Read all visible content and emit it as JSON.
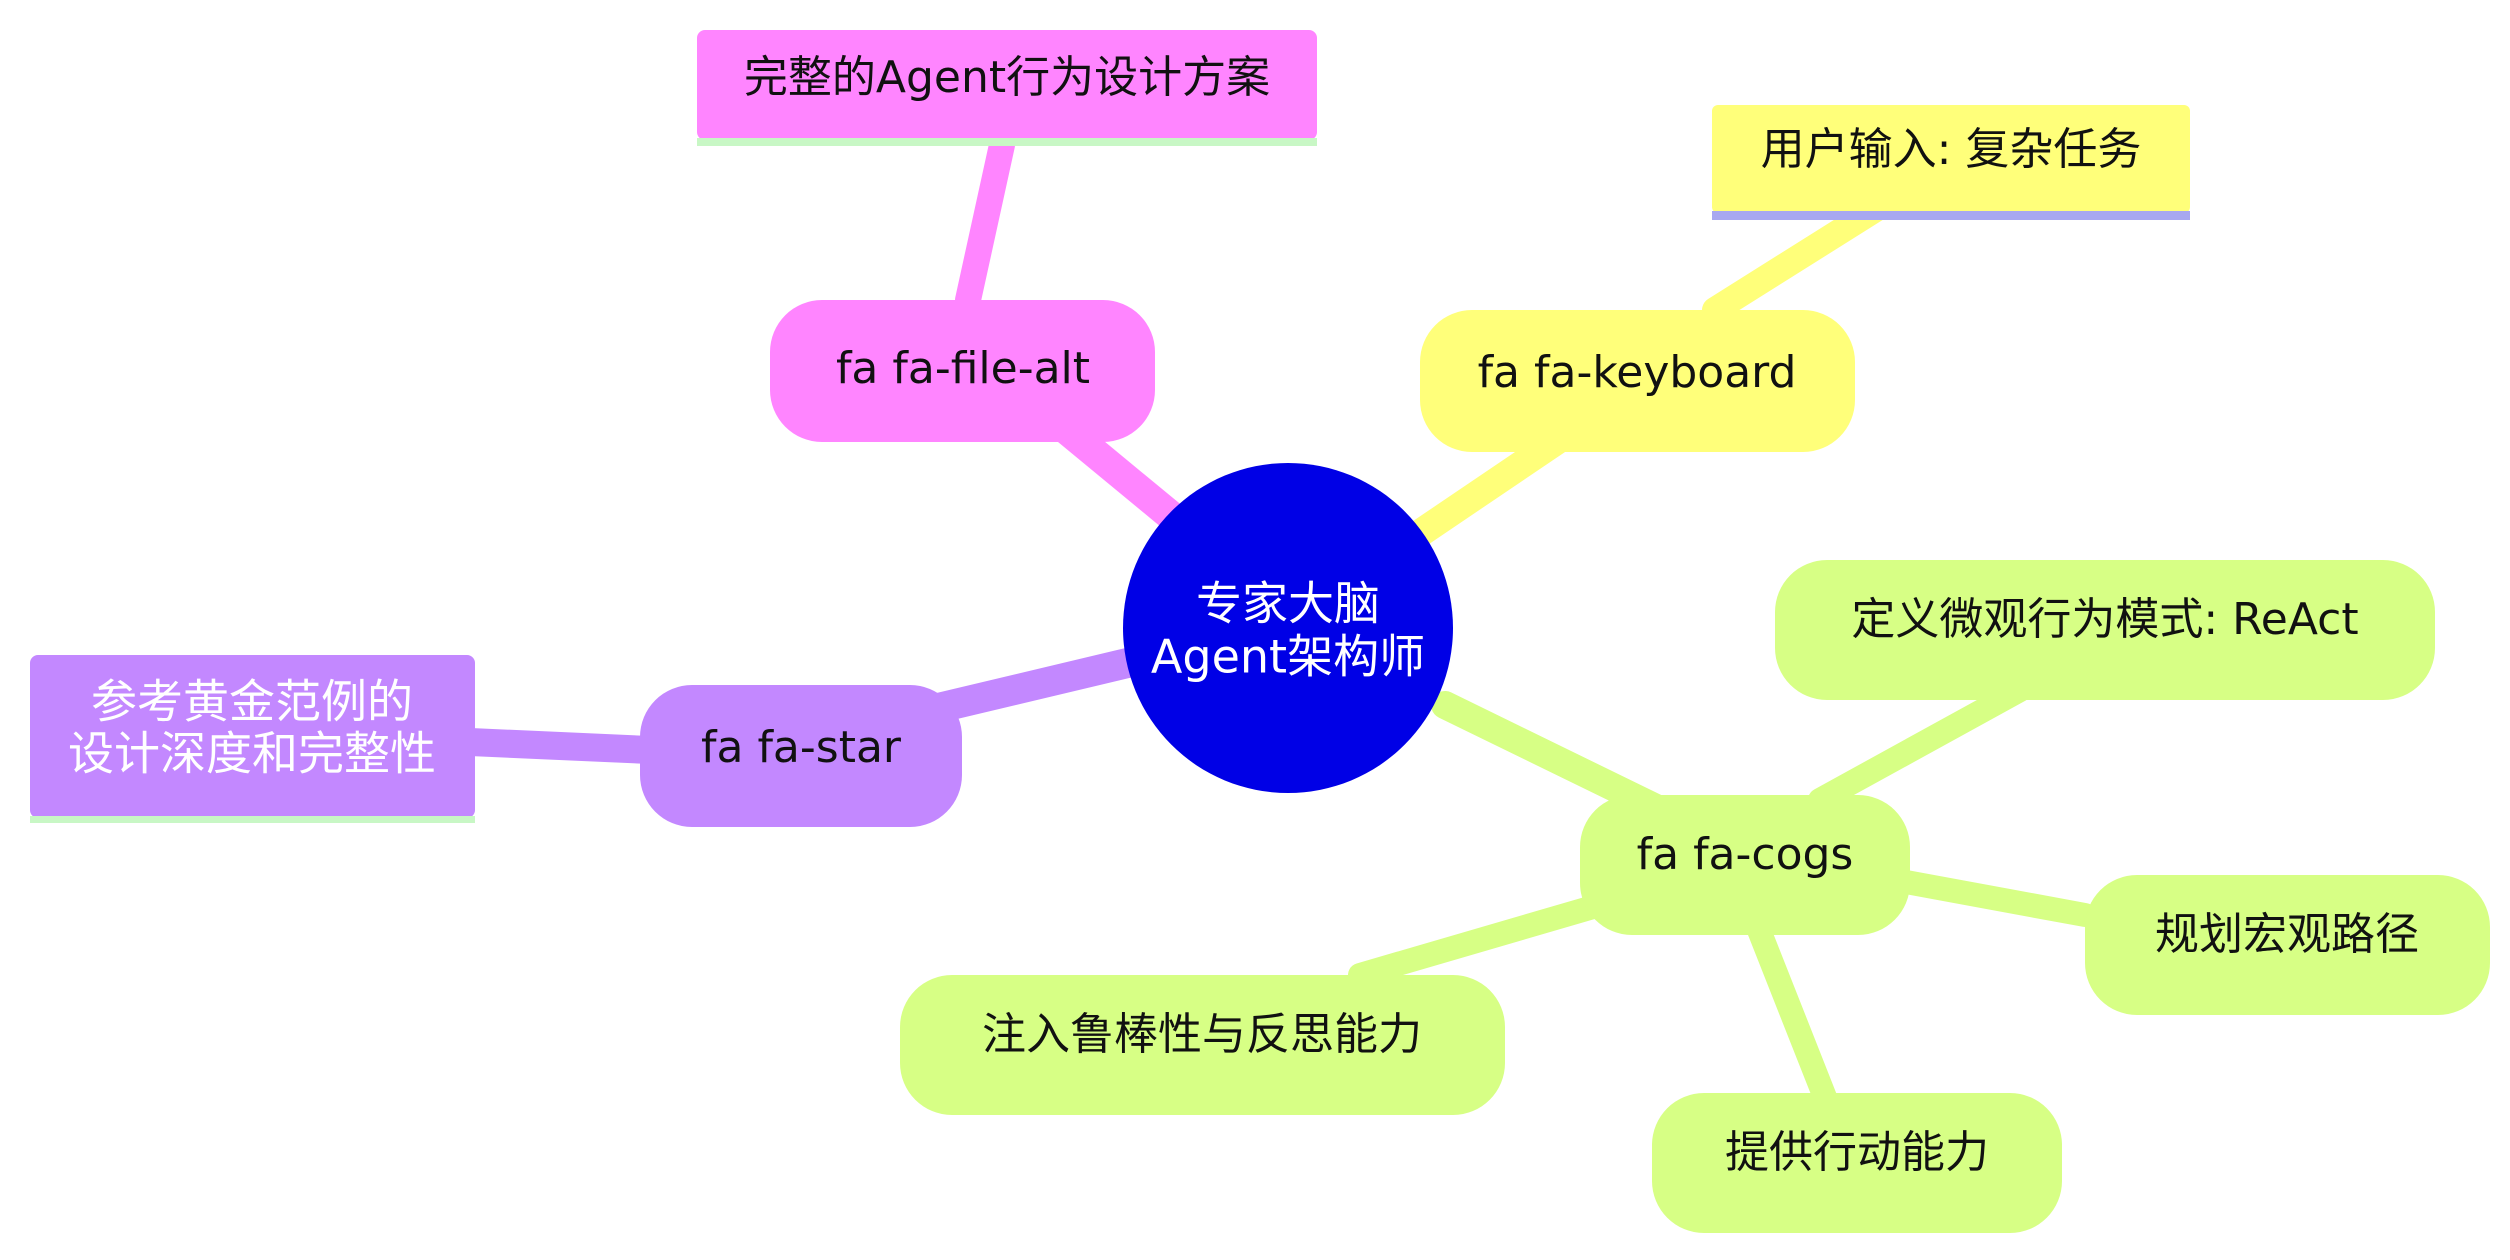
{
  "mindmap": {
    "root": {
      "label_line1": "专家大脑",
      "label_line2": "Agent架构师",
      "color": "#0000e6"
    },
    "branches": {
      "file": {
        "label": "fa fa-file-alt",
        "color": "#ff85ff",
        "child": "完整的Agent行为设计方案",
        "child_underline": "#c8f7c5"
      },
      "keyboard": {
        "label": "fa fa-keyboard",
        "color": "#ffff7a",
        "child": "用户输入: 复杂任务",
        "child_underline": "#a8a8f0"
      },
      "star": {
        "label": "fa fa-star",
        "color": "#c388ff",
        "child_line1": "参考黄金范例的",
        "child_line2": "设计深度和完整性",
        "child_underline": "#c8f7c5"
      },
      "cogs": {
        "label": "fa fa-cogs",
        "color": "#d7ff85",
        "children": {
          "react": "定义微观行为模式: ReAct",
          "plan": "规划宏观路径",
          "action": "提供行动能力",
          "robust": "注入鲁棒性与反思能力"
        }
      }
    }
  }
}
